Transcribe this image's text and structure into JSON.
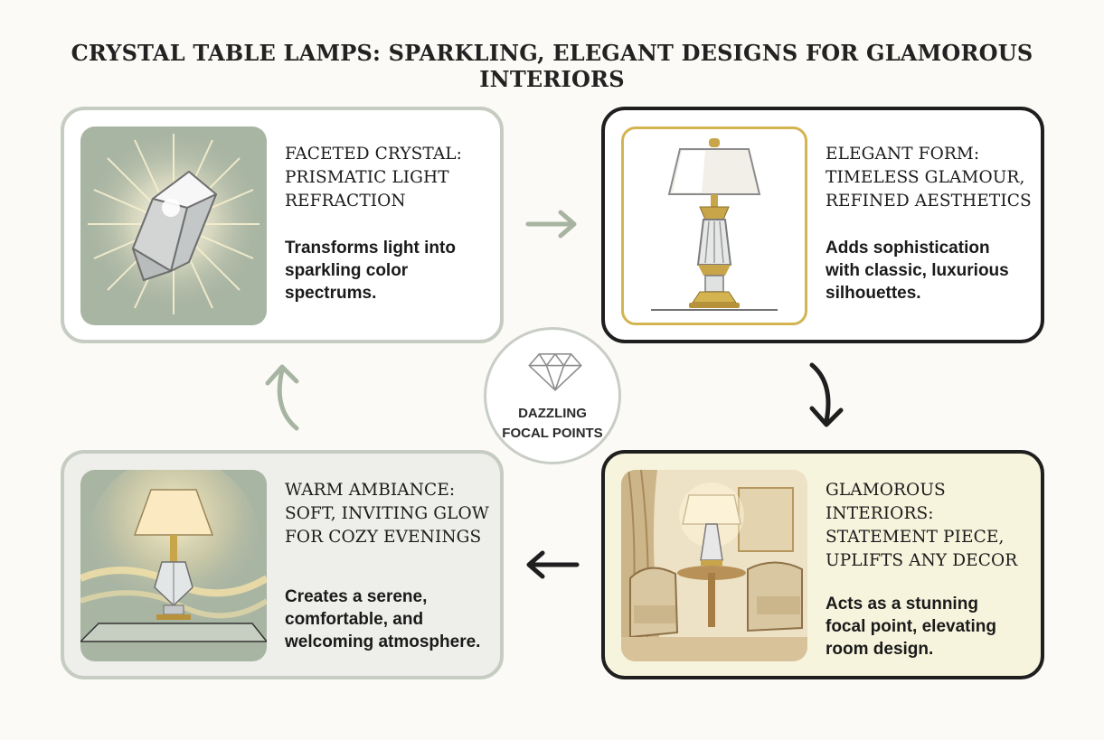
{
  "title": "CRYSTAL TABLE LAMPS: SPARKLING, ELEGANT DESIGNS FOR GLAMOROUS INTERIORS",
  "center": {
    "line1": "DAZZLING",
    "line2": "FOCAL POINTS",
    "icon": "diamond-icon"
  },
  "cards": [
    {
      "title_lines": [
        "FACETED CRYSTAL:",
        "PRISMATIC LIGHT",
        "REFRACTION"
      ],
      "body_lines": [
        "Transforms light into",
        "sparkling color",
        "spectrums."
      ],
      "image": "crystal-icon"
    },
    {
      "title_lines": [
        "ELEGANT FORM:",
        "TIMELESS GLAMOUR,",
        "REFINED AESTHETICS"
      ],
      "body_lines": [
        "Adds sophistication",
        "with classic, luxurious",
        "silhouettes."
      ],
      "image": "crystal-lamp-icon"
    },
    {
      "title_lines": [
        "GLAMOROUS",
        "INTERIORS:",
        "STATEMENT PIECE,",
        "UPLIFTS ANY DECOR"
      ],
      "body_lines": [
        "Acts as a stunning",
        "focal point, elevating",
        "room design."
      ],
      "image": "living-room-icon"
    },
    {
      "title_lines": [
        "WARM AMBIANCE:",
        "SOFT, INVITING GLOW",
        "FOR COZY EVENINGS"
      ],
      "body_lines": [
        "Creates a serene,",
        "comfortable, and",
        "welcoming atmosphere."
      ],
      "image": "glowing-lamp-icon"
    }
  ],
  "colors": {
    "light_border": "#c6ccc2",
    "dark_border": "#1f1f1f",
    "sage": "#a8b4a2",
    "gold": "#c9a54a",
    "cream": "#f7f4dd"
  }
}
